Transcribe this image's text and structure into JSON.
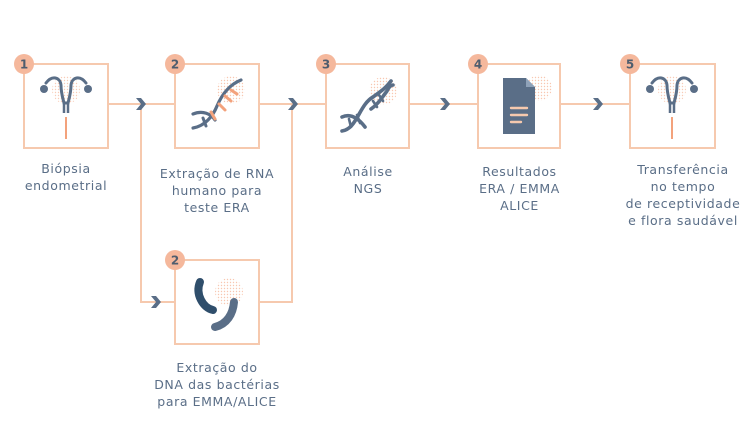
{
  "colors": {
    "peach": "#f6c9ae",
    "badge": "#f5b89c",
    "badge_text": "#4f5d6e",
    "slate": "#5a6e87",
    "navy": "#2f4e6b",
    "dots": "#f3a27c"
  },
  "steps": [
    {
      "id": "s1",
      "number": "1",
      "icon": "uterus-icon",
      "label_lines": [
        "Biópsia",
        "endometrial"
      ]
    },
    {
      "id": "s2",
      "number": "2",
      "icon": "rna-strand-icon",
      "label_lines": [
        "Extração de RNA",
        "humano para",
        "teste ERA"
      ]
    },
    {
      "id": "s2b",
      "number": "2",
      "icon": "bacteria-icon",
      "label_lines": [
        "Extração do",
        "DNA das bactérias",
        "para EMMA/ALICE"
      ]
    },
    {
      "id": "s3",
      "number": "3",
      "icon": "dna-helix-icon",
      "label_lines": [
        "Análise",
        "NGS"
      ]
    },
    {
      "id": "s4",
      "number": "4",
      "icon": "document-icon",
      "label_lines": [
        "Resultados",
        "ERA / EMMA",
        "ALICE"
      ]
    },
    {
      "id": "s5",
      "number": "5",
      "icon": "uterus-icon",
      "label_lines": [
        "Transferência",
        "no tempo",
        "de receptividade",
        "e flora saudável"
      ]
    }
  ],
  "connectors": [
    {
      "from": "s1",
      "to": "s2"
    },
    {
      "from": "s1",
      "to": "s2b"
    },
    {
      "from": "s2b",
      "to": "s3"
    },
    {
      "from": "s2",
      "to": "s3"
    },
    {
      "from": "s3",
      "to": "s4"
    },
    {
      "from": "s4",
      "to": "s5"
    }
  ]
}
